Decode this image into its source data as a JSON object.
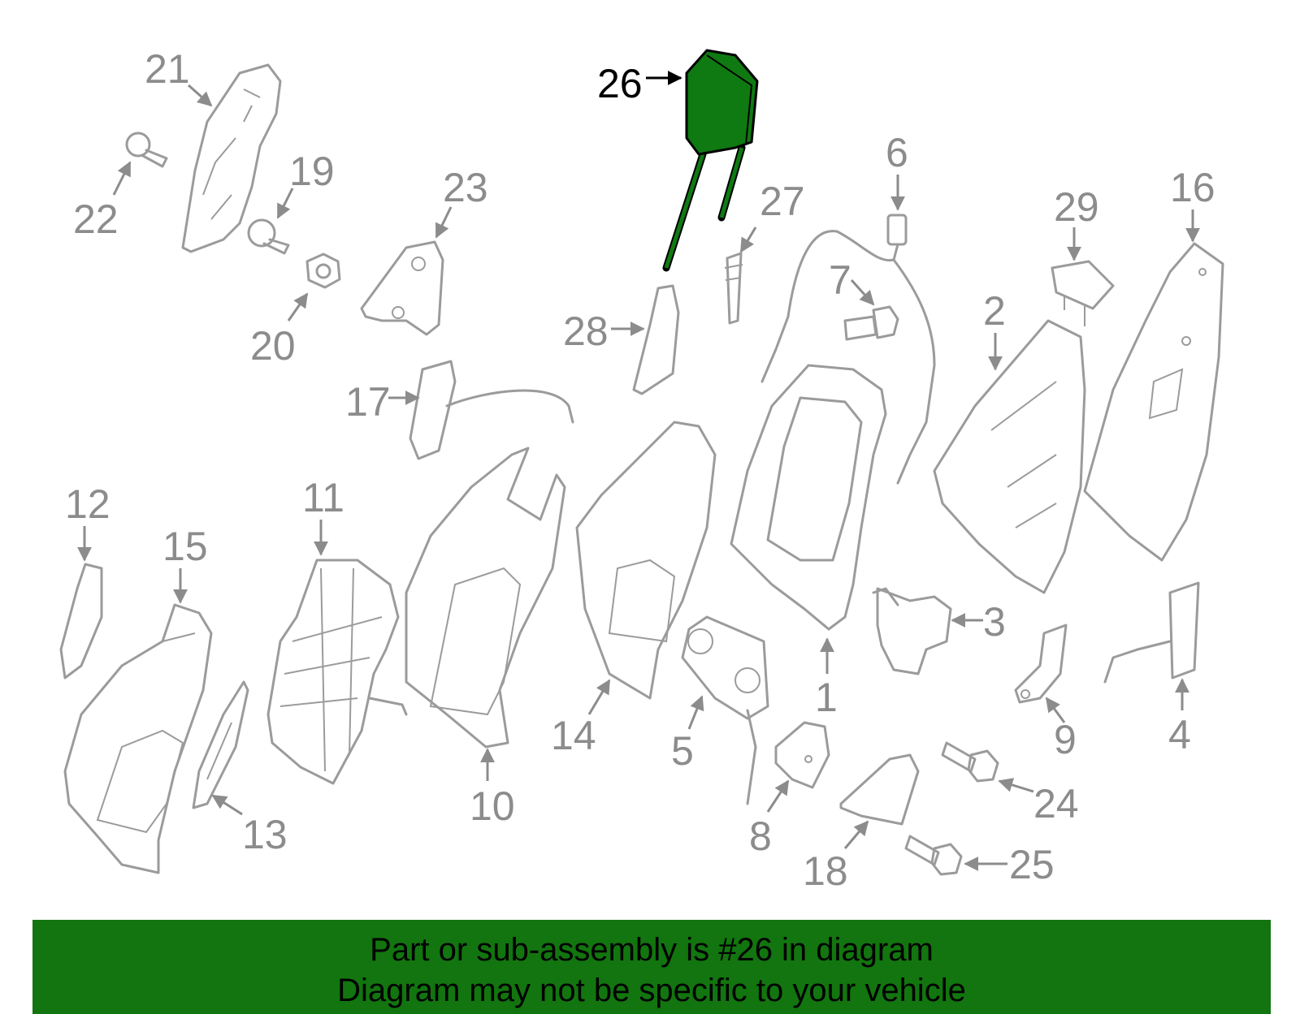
{
  "highlight_part": "26",
  "callouts": [
    "1",
    "2",
    "3",
    "4",
    "5",
    "6",
    "7",
    "8",
    "9",
    "10",
    "11",
    "12",
    "13",
    "14",
    "15",
    "16",
    "17",
    "18",
    "19",
    "20",
    "21",
    "22",
    "23",
    "24",
    "25",
    "26",
    "27",
    "28",
    "29"
  ],
  "banner": {
    "line1": "Part or sub-assembly is #26 in diagram",
    "line2": "Diagram may not be specific to your vehicle"
  },
  "colors": {
    "highlight": "#12750f",
    "part_outline": "#9b9b9b",
    "callout_text": "#8c8c8c"
  }
}
